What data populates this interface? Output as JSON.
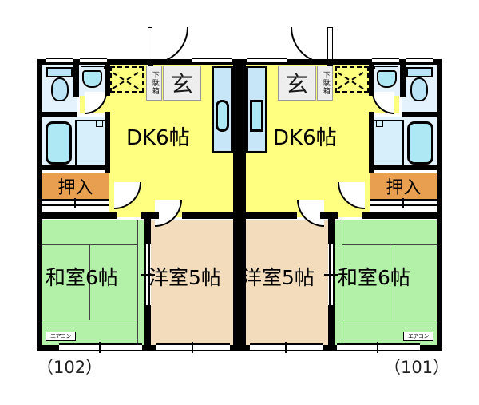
{
  "plan": {
    "type": "apartment-floor-plan",
    "style": "japanese-madori",
    "orientation": "mirrored-pair",
    "units_count": 2
  },
  "colors": {
    "dk": "#FFFF80",
    "tatami": "#B3F0A8",
    "western": "#F2DCBB",
    "closet": "#E8A050",
    "bathroom": "#E3F2FD",
    "fixture": "#ADE8F4",
    "wall": "#000000",
    "background": "#FFFFFF"
  },
  "units": [
    {
      "id": "unit-102",
      "number": "（102）",
      "side": "left",
      "rooms": [
        {
          "name": "DK6帖",
          "kind": "dining-kitchen",
          "size": "6帖"
        },
        {
          "name": "和室6帖",
          "kind": "japanese-room",
          "size": "6帖"
        },
        {
          "name": "洋室5帖",
          "kind": "western-room",
          "size": "5帖"
        }
      ],
      "features": {
        "entrance": "玄",
        "shoebox": "下駄箱",
        "closet": "押入",
        "aircon": "エアコン"
      }
    },
    {
      "id": "unit-101",
      "number": "（101）",
      "side": "right",
      "rooms": [
        {
          "name": "DK6帖",
          "kind": "dining-kitchen",
          "size": "6帖"
        },
        {
          "name": "和室6帖",
          "kind": "japanese-room",
          "size": "6帖"
        },
        {
          "name": "洋室5帖",
          "kind": "western-room",
          "size": "5帖"
        }
      ],
      "features": {
        "entrance": "玄",
        "shoebox": "下駄箱",
        "closet": "押入",
        "aircon": "エアコン"
      }
    }
  ],
  "labels": {
    "dk": "DK6帖",
    "washitsu": "和室6帖",
    "youshitsu": "洋室5帖",
    "genkan": "玄",
    "getabako": "下駄箱",
    "oshiire": "押入",
    "aircon": "エアコン",
    "unit_left": "（102）",
    "unit_right": "（101）"
  },
  "fixtures": [
    {
      "name": "toilet",
      "unit": "both"
    },
    {
      "name": "bathtub",
      "unit": "both"
    },
    {
      "name": "washbasin",
      "unit": "both"
    },
    {
      "name": "kitchen-sink",
      "unit": "both"
    },
    {
      "name": "washing-machine-space",
      "unit": "both"
    }
  ]
}
